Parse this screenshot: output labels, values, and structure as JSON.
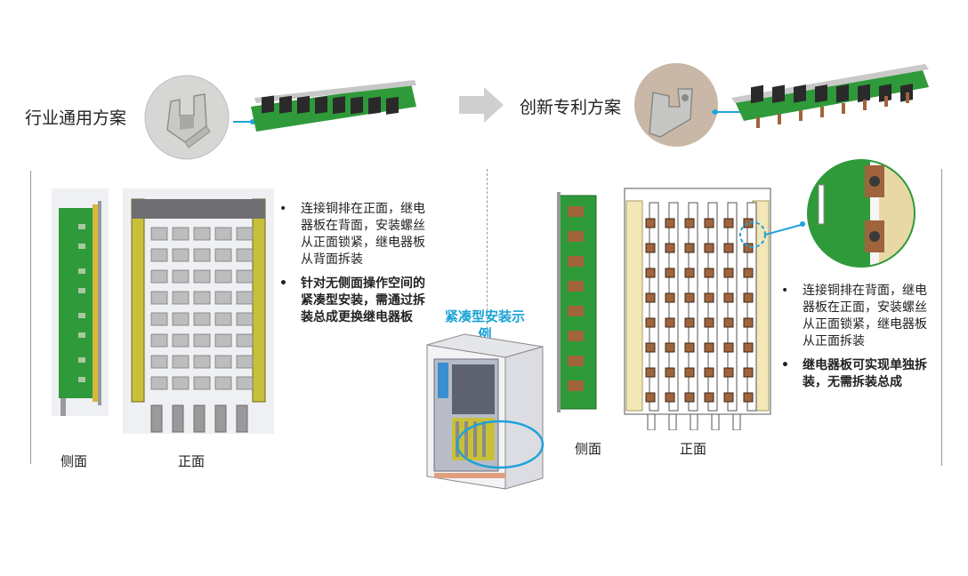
{
  "left": {
    "title": "行业通用方案",
    "side_caption": "侧面",
    "front_caption": "正面",
    "bullets": [
      {
        "text": "连接铜排在正面，继电器板在背面，安装螺丝从正面锁紧，继电器板从背面拆装",
        "bold": false
      },
      {
        "text": "针对无侧面操作空间的紧凑型安装，需通过拆装总成更换继电器板",
        "bold": true
      }
    ]
  },
  "right": {
    "title": "创新专利方案",
    "side_caption": "侧面",
    "front_caption": "正面",
    "bullets": [
      {
        "text": "连接铜排在背面，继电器板在正面，安装螺丝从正面锁紧，继电器板从正面拆装",
        "bold": false
      },
      {
        "text": "继电器板可实现单独拆装，无需拆装总成",
        "bold": true
      }
    ]
  },
  "example": {
    "label": "紧凑型安装示例"
  },
  "bullet_symbol": "•",
  "colors": {
    "accent_blue": "#1fa2d8",
    "pcb_green": "#2f9a3a",
    "frame_yellow": "#c9c03a",
    "copper": "#a0643c",
    "arrow_gray": "#cfcfcf"
  }
}
